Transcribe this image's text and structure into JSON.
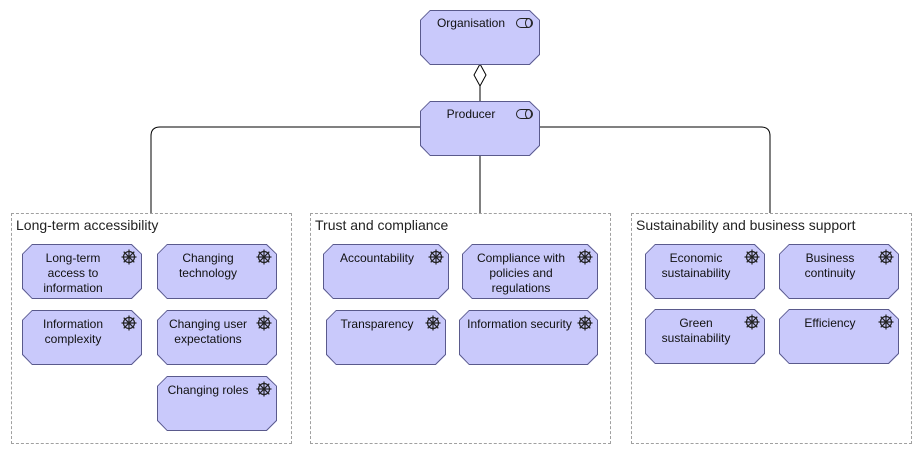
{
  "nodes": {
    "organisation": "Organisation",
    "producer": "Producer"
  },
  "groups": [
    {
      "title": "Long-term accessibility",
      "items": [
        "Long-term access to information",
        "Changing technology",
        "Information complexity",
        "Changing user expectations",
        "Changing roles"
      ]
    },
    {
      "title": "Trust and compliance",
      "items": [
        "Accountability",
        "Compliance with policies and regulations",
        "Transparency",
        "Information security"
      ]
    },
    {
      "title": "Sustainability and business support",
      "items": [
        "Economic sustainability",
        "Business continuity",
        "Green sustainability",
        "Efficiency"
      ]
    }
  ],
  "icons": {
    "role": "role-icon",
    "driver": "driver-icon"
  },
  "colors": {
    "element_fill": "#c9c9fb",
    "element_border": "#5a5a8c",
    "group_border": "#a0a0a0",
    "connector": "#000000"
  }
}
